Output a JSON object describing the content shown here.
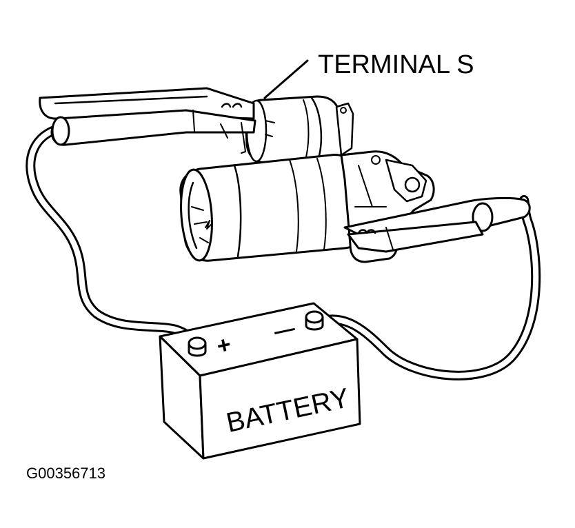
{
  "labels": {
    "terminal": "TERMINAL S",
    "battery": "BATTERY",
    "figure_id": "G00356713",
    "positive_sign": "+",
    "negative_sign": "—"
  }
}
